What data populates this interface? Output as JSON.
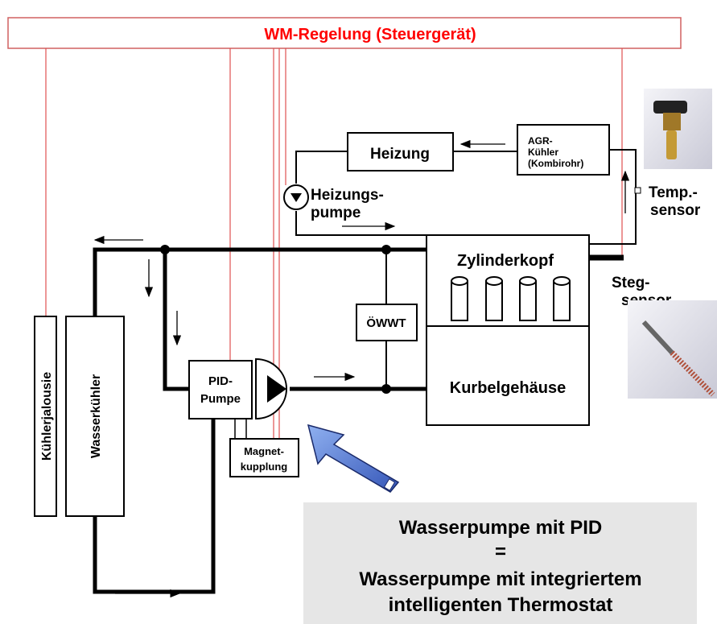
{
  "controller": {
    "title": "WM-Regelung (Steuergerät)",
    "color": "#ff0000"
  },
  "components": {
    "heizung": "Heizung",
    "agr_line1": "AGR-",
    "agr_line2": "Kühler",
    "agr_line3": "(Kombirohr)",
    "heizungspumpe_line1": "Heizungs-",
    "heizungspumpe_line2": "pumpe",
    "zylinderkopf": "Zylinderkopf",
    "kurbelgehaeuse": "Kurbelgehäuse",
    "oewwt": "ÖWWT",
    "pid_line1": "PID-",
    "pid_line2": "Pumpe",
    "magnet_line1": "Magnet-",
    "magnet_line2": "kupplung",
    "kuehlerjalousie": "Kühlerjalousie",
    "wasserkuehler": "Wasserkühler"
  },
  "sensors": {
    "temp_line1": "Temp.-",
    "temp_line2": "sensor",
    "steg_line1": "Steg-",
    "steg_line2": "sensor"
  },
  "callout": {
    "line1": "Wasserpumpe mit PID",
    "line2": "=",
    "line3": "Wasserpumpe mit integriertem",
    "line4": "intelligenten Thermostat",
    "background": "#e6e6e6"
  },
  "arrow_color": "#5b7fd6"
}
